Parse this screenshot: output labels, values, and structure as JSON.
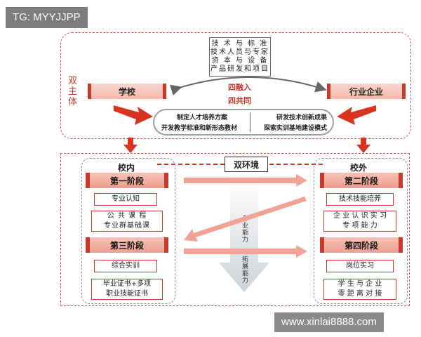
{
  "tag": "TG: MYYJJPP",
  "watermark": "www.xinlai8888.com",
  "dual_subject": "双\n主\n体",
  "top": {
    "resources": [
      "技 术 与 标 准",
      "技术人员与专家",
      "资 本 与 设 备",
      "产品研发和项目"
    ],
    "school": "学校",
    "enterprise": "行业企业",
    "fusion": "四融入",
    "co_build": "四共同",
    "oval_lines": [
      [
        "制定人才培养方案",
        "研发技术创新成果"
      ],
      [
        "开发教学标准和新形态教材",
        "探索实训基地建设模式"
      ]
    ]
  },
  "dual_env": "双环境",
  "inside": {
    "title": "校内",
    "stage1": "第一阶段",
    "stage1_items": [
      [
        "专业认知"
      ],
      [
        "公 共 课 程",
        "专业群基础课"
      ]
    ],
    "stage3": "第三阶段",
    "stage3_items": [
      [
        "综合实训"
      ],
      [
        "毕业证书+多项",
        "职业技能证书"
      ]
    ]
  },
  "outside": {
    "title": "校外",
    "stage2": "第二阶段",
    "stage2_items": [
      [
        "技术技能培养"
      ],
      [
        "企 业 认 识 实 习",
        "专 项 能 力"
      ]
    ],
    "stage4": "第四阶段",
    "stage4_items": [
      [
        "岗位实习"
      ],
      [
        "学 生 与 企 业",
        "零 距 离 对 接"
      ]
    ]
  },
  "ability": [
    "专业能力",
    "拓展能力"
  ]
}
